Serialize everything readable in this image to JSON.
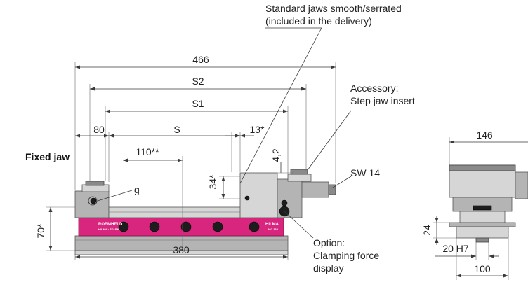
{
  "labels": {
    "standard_jaws_line1": "Standard jaws smooth/serrated",
    "standard_jaws_line2": "(included in the delivery)",
    "accessory_line1": "Accessory:",
    "accessory_line2": "Step jaw insert",
    "fixed_jaw": "Fixed jaw",
    "sw14": "SW 14",
    "option_line1": "Option:",
    "option_line2": "Clamping force",
    "option_line3": "display",
    "brand_left": "ROEMHELD",
    "brand_left_sub": "HILMA • STARK",
    "brand_right": "HILMA",
    "brand_right_sub": "MC 160"
  },
  "dimensions": {
    "d466": "466",
    "s2": "S2",
    "s1": "S1",
    "d80": "80",
    "s": "S",
    "d13": "13*",
    "d110": "110**",
    "g": "g",
    "d4_2": "4,2",
    "d34": "34*",
    "d70": "70*",
    "d380": "380",
    "d146": "146",
    "d24": "24",
    "d20h7": "20 H7",
    "d100": "100"
  }
}
